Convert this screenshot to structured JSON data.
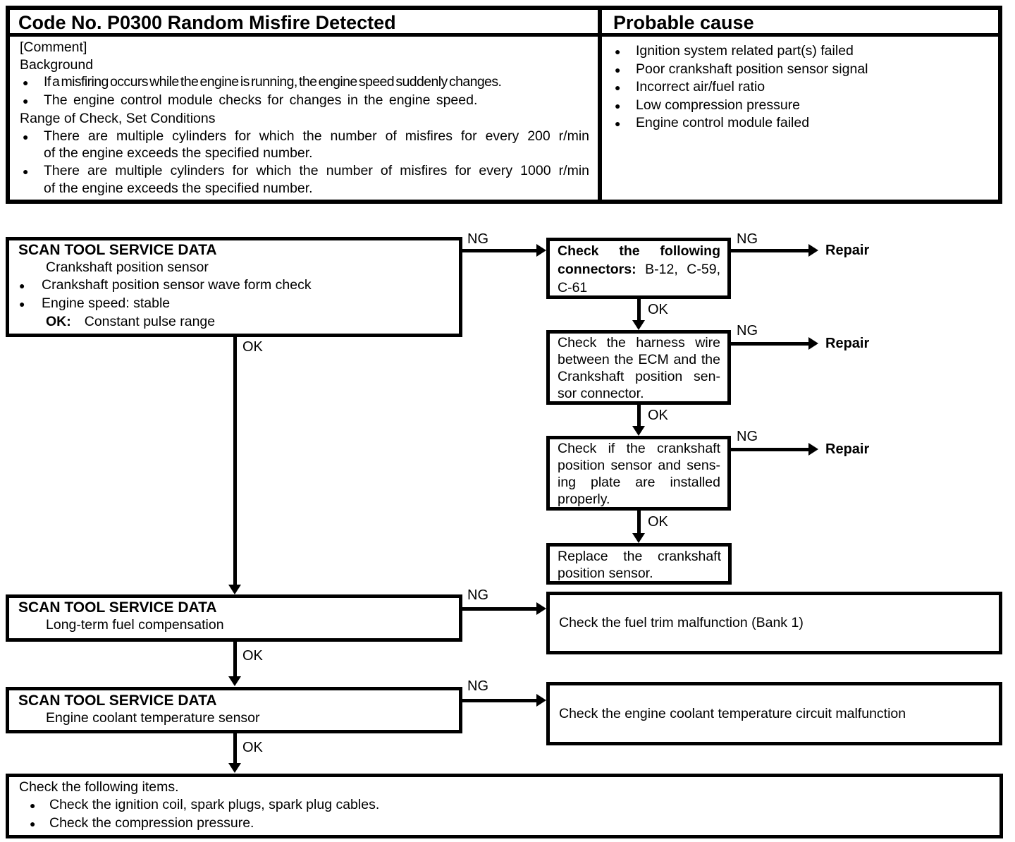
{
  "colors": {
    "ink": "#000000",
    "paper": "#ffffff"
  },
  "table": {
    "title": "Code No. P0300 Random Misfire Detected",
    "probable_cause": {
      "title": "Probable cause",
      "items": [
        "Ignition system related part(s) failed",
        "Poor crankshaft position sensor signal",
        "Incorrect air/fuel ratio",
        "Low compression pressure",
        "Engine control module failed"
      ]
    },
    "comment": {
      "tag": "[Comment]",
      "background_label": "Background",
      "background_items": [
        "If a misfiring occurs while the engine is running, the engine speed suddenly changes.",
        "The engine control module checks for changes in the engine speed."
      ],
      "range_label": "Range of Check, Set Conditions",
      "range_items": [
        {
          "l1": "There are multiple cylinders for which the number of misfires for every 200 r/min",
          "l2": "of the engine exceeds the specified number."
        },
        {
          "l1": "There are multiple cylinders for which the number of misfires for every 1000 r/min",
          "l2": "of the engine exceeds the specified number."
        }
      ]
    }
  },
  "flow": {
    "ng": "NG",
    "ok": "OK",
    "repair": "Repair",
    "scan1": {
      "title": "SCAN TOOL SERVICE DATA",
      "subtitle": "Crankshaft position sensor",
      "items": [
        "Crankshaft position sensor wave form check",
        "Engine speed: stable"
      ],
      "ok_bold": "OK:",
      "ok_text": "Constant pulse range"
    },
    "connectors": {
      "line1": "Check the following",
      "line2_bold": "connectors:",
      "line2_rest": " B-12, C-59,",
      "line3": "C-61"
    },
    "harness": {
      "lines": [
        "Check the harness wire",
        "between the ECM and the",
        "Crankshaft position sen-",
        "sor connector."
      ]
    },
    "sensing": {
      "lines": [
        "Check if the crankshaft",
        "position sensor and sens-",
        "ing plate are installed",
        "properly."
      ]
    },
    "replace": {
      "lines": [
        "Replace the crankshaft",
        "position sensor."
      ]
    },
    "scan2": {
      "title": "SCAN TOOL SERVICE DATA",
      "subtitle": "Long-term fuel compensation"
    },
    "fuel_trim": "Check the fuel trim malfunction (Bank 1)",
    "scan3": {
      "title": "SCAN TOOL SERVICE DATA",
      "subtitle": "Engine coolant temperature sensor"
    },
    "coolant": "Check the engine coolant temperature circuit malfunction",
    "final": {
      "title": "Check the following items.",
      "items": [
        "Check the ignition coil, spark plugs, spark plug cables.",
        "Check the compression pressure."
      ]
    }
  }
}
